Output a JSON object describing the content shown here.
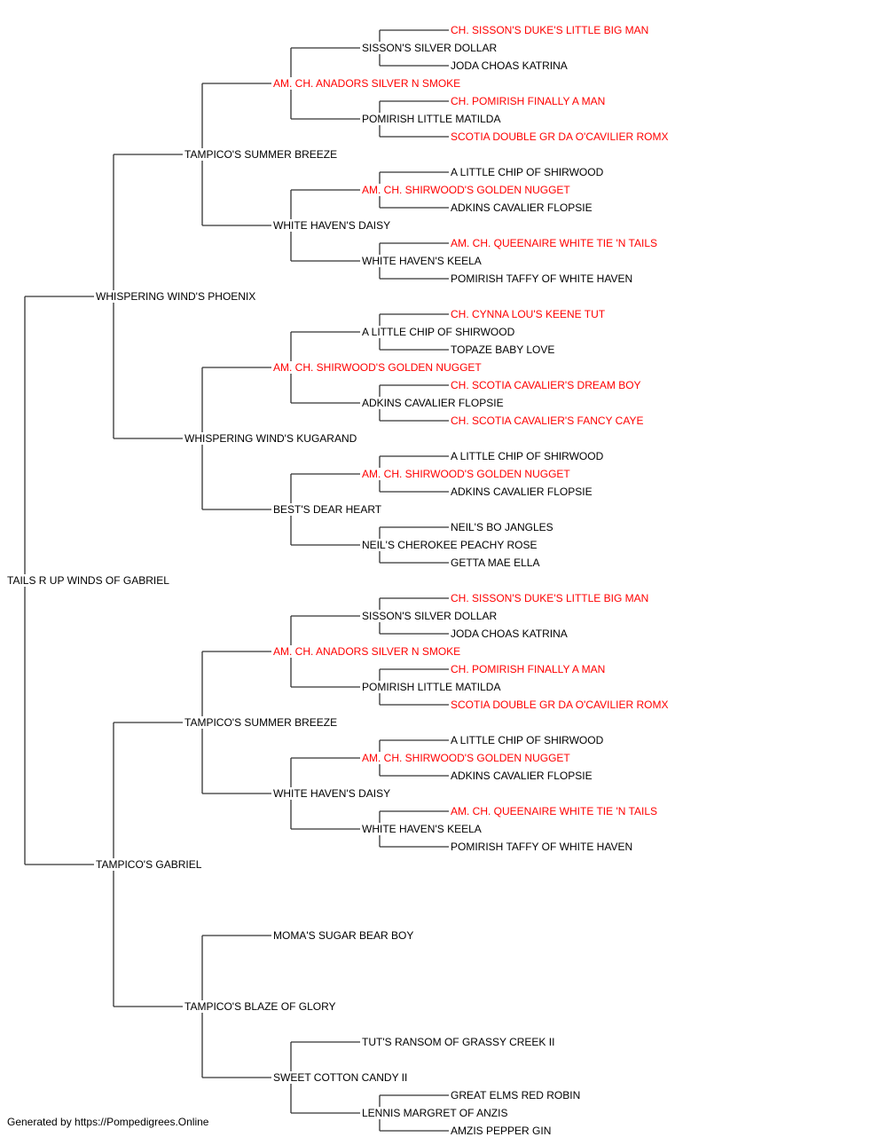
{
  "colors": {
    "normal": "#000000",
    "champion": "#ff0000",
    "line": "#333333"
  },
  "subject": "TAILS R UP WINDS OF GABRIEL",
  "nodes": [
    {
      "id": "s",
      "gen": 0,
      "slot": 0,
      "name": "TAILS R UP WINDS OF GABRIEL",
      "champion": false
    },
    {
      "id": "s1",
      "gen": 1,
      "slot": 0,
      "name": "WHISPERING WIND'S PHOENIX",
      "champion": false
    },
    {
      "id": "s2",
      "gen": 1,
      "slot": 1,
      "name": "TAMPICO'S GABRIEL",
      "champion": false
    },
    {
      "id": "s11",
      "gen": 2,
      "slot": 0,
      "name": "TAMPICO'S SUMMER BREEZE",
      "champion": false
    },
    {
      "id": "s12",
      "gen": 2,
      "slot": 1,
      "name": "WHISPERING WIND'S KUGARAND",
      "champion": false
    },
    {
      "id": "s21",
      "gen": 2,
      "slot": 2,
      "name": "TAMPICO'S SUMMER BREEZE",
      "champion": false
    },
    {
      "id": "s22",
      "gen": 2,
      "slot": 3,
      "name": "TAMPICO'S BLAZE OF GLORY",
      "champion": false
    },
    {
      "id": "s111",
      "gen": 3,
      "slot": 0,
      "name": "AM. CH. ANADORS SILVER N SMOKE",
      "champion": true
    },
    {
      "id": "s112",
      "gen": 3,
      "slot": 1,
      "name": "WHITE HAVEN'S DAISY",
      "champion": false
    },
    {
      "id": "s121",
      "gen": 3,
      "slot": 2,
      "name": "AM. CH. SHIRWOOD'S GOLDEN NUGGET",
      "champion": true
    },
    {
      "id": "s122",
      "gen": 3,
      "slot": 3,
      "name": "BEST'S DEAR HEART",
      "champion": false
    },
    {
      "id": "s211",
      "gen": 3,
      "slot": 4,
      "name": "AM. CH. ANADORS SILVER N SMOKE",
      "champion": true
    },
    {
      "id": "s212",
      "gen": 3,
      "slot": 5,
      "name": "WHITE HAVEN'S DAISY",
      "champion": false
    },
    {
      "id": "s221",
      "gen": 3,
      "slot": 6,
      "name": "MOMA'S SUGAR BEAR BOY",
      "champion": false
    },
    {
      "id": "s222",
      "gen": 3,
      "slot": 7,
      "name": "SWEET COTTON CANDY II",
      "champion": false
    },
    {
      "id": "s1111",
      "gen": 4,
      "slot": 0,
      "name": "SISSON'S SILVER DOLLAR",
      "champion": false
    },
    {
      "id": "s1112",
      "gen": 4,
      "slot": 1,
      "name": "POMIRISH LITTLE MATILDA",
      "champion": false
    },
    {
      "id": "s1121",
      "gen": 4,
      "slot": 2,
      "name": "AM. CH. SHIRWOOD'S GOLDEN NUGGET",
      "champion": true
    },
    {
      "id": "s1122",
      "gen": 4,
      "slot": 3,
      "name": "WHITE HAVEN'S KEELA",
      "champion": false
    },
    {
      "id": "s1211",
      "gen": 4,
      "slot": 4,
      "name": "A LITTLE CHIP OF SHIRWOOD",
      "champion": false
    },
    {
      "id": "s1212",
      "gen": 4,
      "slot": 5,
      "name": "ADKINS CAVALIER FLOPSIE",
      "champion": false
    },
    {
      "id": "s1221",
      "gen": 4,
      "slot": 6,
      "name": "AM. CH. SHIRWOOD'S GOLDEN NUGGET",
      "champion": true
    },
    {
      "id": "s1222",
      "gen": 4,
      "slot": 7,
      "name": "NEIL'S CHEROKEE PEACHY ROSE",
      "champion": false
    },
    {
      "id": "s2111",
      "gen": 4,
      "slot": 8,
      "name": "SISSON'S SILVER DOLLAR",
      "champion": false
    },
    {
      "id": "s2112",
      "gen": 4,
      "slot": 9,
      "name": "POMIRISH LITTLE MATILDA",
      "champion": false
    },
    {
      "id": "s2121",
      "gen": 4,
      "slot": 10,
      "name": "AM. CH. SHIRWOOD'S GOLDEN NUGGET",
      "champion": true
    },
    {
      "id": "s2122",
      "gen": 4,
      "slot": 11,
      "name": "WHITE HAVEN'S KEELA",
      "champion": false
    },
    {
      "id": "s2221",
      "gen": 4,
      "slot": 14,
      "name": "TUT'S RANSOM OF GRASSY CREEK II",
      "champion": false
    },
    {
      "id": "s2222",
      "gen": 4,
      "slot": 15,
      "name": "LENNIS MARGRET OF ANZIS",
      "champion": false
    },
    {
      "id": "s11111",
      "gen": 5,
      "slot": 0,
      "name": "CH. SISSON'S DUKE'S LITTLE BIG MAN",
      "champion": true
    },
    {
      "id": "s11112",
      "gen": 5,
      "slot": 1,
      "name": "JODA CHOAS KATRINA",
      "champion": false
    },
    {
      "id": "s11121",
      "gen": 5,
      "slot": 2,
      "name": "CH. POMIRISH FINALLY A MAN",
      "champion": true
    },
    {
      "id": "s11122",
      "gen": 5,
      "slot": 3,
      "name": "SCOTIA DOUBLE GR DA O'CAVILIER ROMX",
      "champion": true
    },
    {
      "id": "s11211",
      "gen": 5,
      "slot": 4,
      "name": "A LITTLE CHIP OF SHIRWOOD",
      "champion": false
    },
    {
      "id": "s11212",
      "gen": 5,
      "slot": 5,
      "name": "ADKINS CAVALIER FLOPSIE",
      "champion": false
    },
    {
      "id": "s11221",
      "gen": 5,
      "slot": 6,
      "name": "AM. CH. QUEENAIRE WHITE TIE 'N TAILS",
      "champion": true
    },
    {
      "id": "s11222",
      "gen": 5,
      "slot": 7,
      "name": "POMIRISH TAFFY OF WHITE HAVEN",
      "champion": false
    },
    {
      "id": "s12111",
      "gen": 5,
      "slot": 8,
      "name": "CH. CYNNA LOU'S KEENE TUT",
      "champion": true
    },
    {
      "id": "s12112",
      "gen": 5,
      "slot": 9,
      "name": "TOPAZE BABY LOVE",
      "champion": false
    },
    {
      "id": "s12121",
      "gen": 5,
      "slot": 10,
      "name": "CH. SCOTIA CAVALIER'S DREAM BOY",
      "champion": true
    },
    {
      "id": "s12122",
      "gen": 5,
      "slot": 11,
      "name": "CH. SCOTIA CAVALIER'S FANCY CAYE",
      "champion": true
    },
    {
      "id": "s12211",
      "gen": 5,
      "slot": 12,
      "name": "A LITTLE CHIP OF SHIRWOOD",
      "champion": false
    },
    {
      "id": "s12212",
      "gen": 5,
      "slot": 13,
      "name": "ADKINS CAVALIER FLOPSIE",
      "champion": false
    },
    {
      "id": "s12221",
      "gen": 5,
      "slot": 14,
      "name": "NEIL'S BO JANGLES",
      "champion": false
    },
    {
      "id": "s12222",
      "gen": 5,
      "slot": 15,
      "name": "GETTA MAE ELLA",
      "champion": false
    },
    {
      "id": "s21111",
      "gen": 5,
      "slot": 16,
      "name": "CH. SISSON'S DUKE'S LITTLE BIG MAN",
      "champion": true
    },
    {
      "id": "s21112",
      "gen": 5,
      "slot": 17,
      "name": "JODA CHOAS KATRINA",
      "champion": false
    },
    {
      "id": "s21121",
      "gen": 5,
      "slot": 18,
      "name": "CH. POMIRISH FINALLY A MAN",
      "champion": true
    },
    {
      "id": "s21122",
      "gen": 5,
      "slot": 19,
      "name": "SCOTIA DOUBLE GR DA O'CAVILIER ROMX",
      "champion": true
    },
    {
      "id": "s21211",
      "gen": 5,
      "slot": 20,
      "name": "A LITTLE CHIP OF SHIRWOOD",
      "champion": false
    },
    {
      "id": "s21212",
      "gen": 5,
      "slot": 21,
      "name": "ADKINS CAVALIER FLOPSIE",
      "champion": false
    },
    {
      "id": "s21221",
      "gen": 5,
      "slot": 22,
      "name": "AM. CH. QUEENAIRE WHITE TIE 'N TAILS",
      "champion": true
    },
    {
      "id": "s21222",
      "gen": 5,
      "slot": 23,
      "name": "POMIRISH TAFFY OF WHITE HAVEN",
      "champion": false
    },
    {
      "id": "s22221",
      "gen": 5,
      "slot": 30,
      "name": "GREAT ELMS RED ROBIN",
      "champion": false
    },
    {
      "id": "s22222",
      "gen": 5,
      "slot": 31,
      "name": "AMZIS PEPPER GIN",
      "champion": false
    }
  ],
  "footer": "Generated by https://Pompedigrees.Online"
}
